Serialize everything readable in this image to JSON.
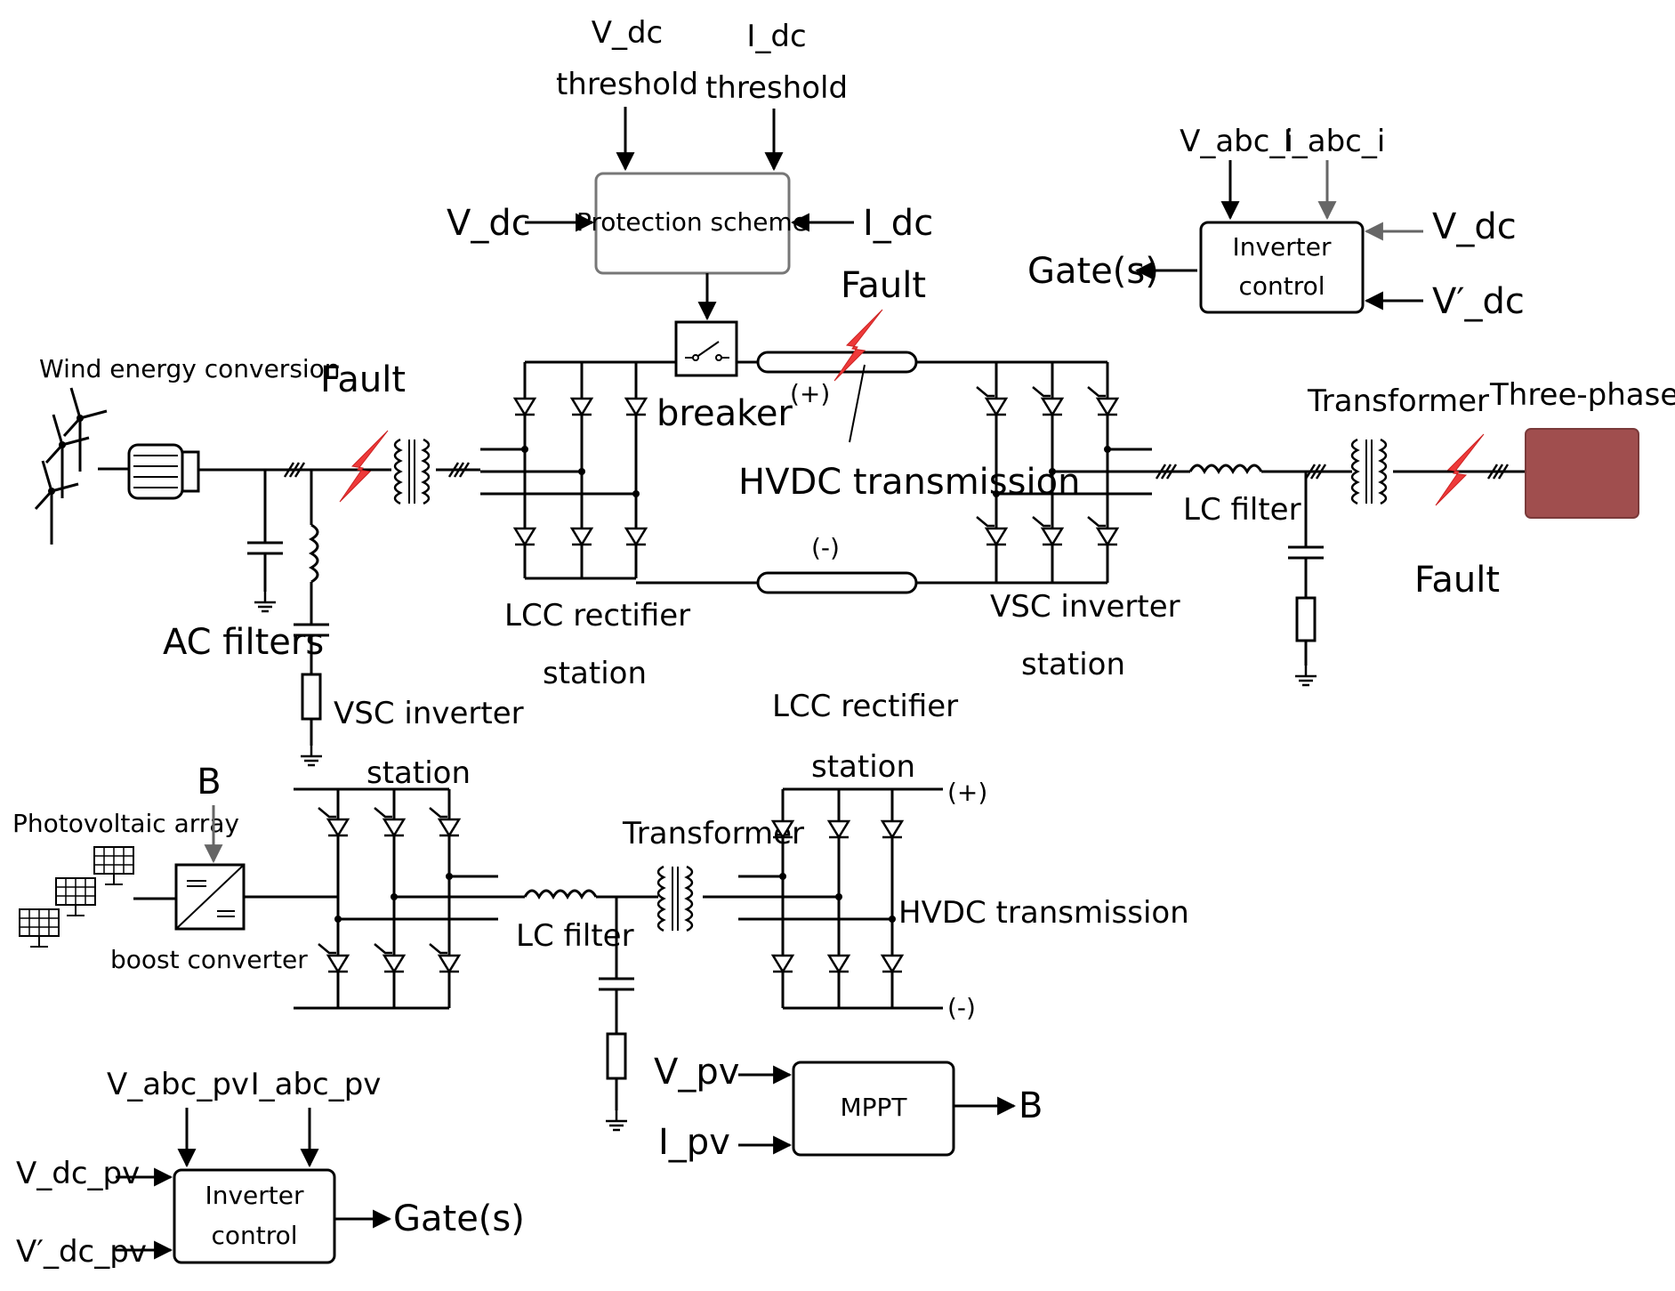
{
  "colors": {
    "fault_bolt": "#ee3a3a",
    "load_fill": "#a04e4e",
    "wire": "#000000"
  },
  "protection": {
    "title": "Protection scheme",
    "vdc_threshold_line1": "V_dc",
    "vdc_threshold_line2": "threshold",
    "idc_threshold_line1": "I_dc",
    "idc_threshold_line2": "threshold",
    "input_vdc": "V_dc",
    "input_idc": "I_dc"
  },
  "inverter_control_top": {
    "line1": "Inverter",
    "line2": "control",
    "in_vabc": "V_abc_i",
    "in_iabc": "I_abc_i",
    "in_vdc": "V_dc",
    "in_vdc_prime": "V′_dc",
    "out": "Gate(s)"
  },
  "top_system": {
    "wind": "Wind energy conversion",
    "fault_left": "Fault",
    "fault_mid": "Fault",
    "fault_right": "Fault",
    "breaker": "breaker",
    "plus": "(+)",
    "minus": "(-)",
    "hvdc": "HVDC transmission",
    "ac_filters": "AC filters",
    "lcc_line1": "LCC  rectifier",
    "lcc_line2": "station",
    "vsc_line1": "VSC inverter",
    "vsc_line2": "station",
    "lc_filter": "LC filter",
    "transformer": "Transformer",
    "load": "Three-phase load"
  },
  "bottom_system": {
    "pv_array": "Photovoltaic array",
    "b_in": "B",
    "boost": "boost converter",
    "vsc_line1": "VSC inverter",
    "vsc_line2": "station",
    "lc_filter": "LC filter",
    "transformer": "Transformer",
    "lcc_line1": "LCC  rectifier",
    "lcc_line2": "station",
    "plus": "(+)",
    "minus": "(-)",
    "hvdc": "HVDC transmission"
  },
  "mppt": {
    "title": "MPPT",
    "in_vpv": "V_pv",
    "in_ipv": "I_pv",
    "out": "B"
  },
  "inverter_control_bottom": {
    "line1": "Inverter",
    "line2": "control",
    "in_vabc": "V_abc_pv",
    "in_iabc": "I_abc_pv",
    "in_vdc": "V_dc_pv",
    "in_vdc_prime": "V′_dc_pv",
    "out": "Gate(s)"
  }
}
